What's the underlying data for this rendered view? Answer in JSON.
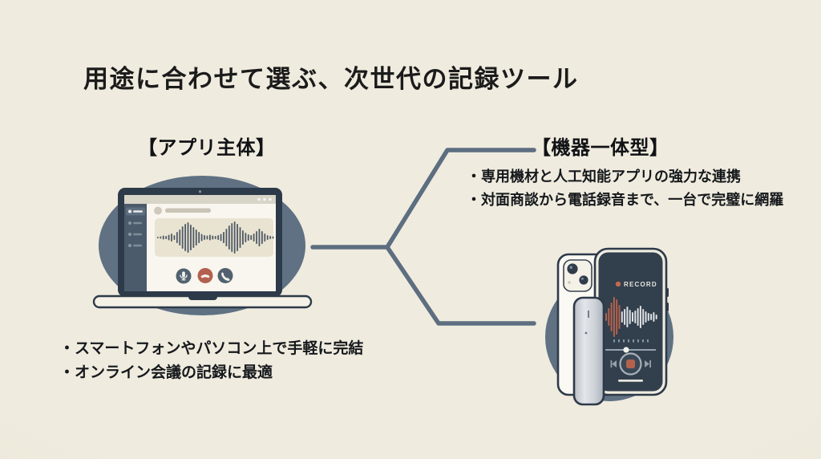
{
  "title": "用途に合わせて選ぶ、次世代の記録ツール",
  "sections": {
    "app": {
      "label": "【アプリ主体】",
      "bullets": [
        "・スマートフォンやパソコン上で手軽に完結",
        "・オンライン会議の記録に最適"
      ]
    },
    "device": {
      "label": "【機器一体型】",
      "bullets": [
        "・専用機材と人工知能アプリの強力な連携",
        "・対面商談から電話録音まで、一台で完璧に網羅"
      ]
    }
  },
  "phone_ui": {
    "record_label": "RECORD"
  },
  "colors": {
    "background": "#ede9dc",
    "connector": "#5d6e80",
    "ellipse_slate": "#5f7183",
    "laptop_bezel": "#2d3a49",
    "screen_white": "#f8f6ef",
    "panel_cream": "#e9e3d1",
    "waveform_slate": "#4e5a66",
    "accent_terracotta": "#b3604f",
    "button_slate": "#51616f",
    "phone_screen_dark": "#323f4d",
    "record_dot_orange": "#c06a4f"
  },
  "illustrations": {
    "laptop_waveform_heights": [
      2,
      3,
      5,
      4,
      7,
      10,
      6,
      14,
      20,
      28,
      34,
      38,
      32,
      26,
      20,
      14,
      9,
      6,
      5,
      7,
      5,
      4,
      6,
      9,
      14,
      22,
      30,
      36,
      40,
      34,
      26,
      18,
      12,
      8,
      6,
      10,
      16,
      22,
      16,
      10,
      6,
      4,
      3
    ],
    "phone_waveform_orange": [
      10,
      22,
      36,
      50,
      44,
      30
    ],
    "phone_waveform_white": [
      14,
      20,
      26,
      18,
      12,
      16,
      22,
      28,
      20,
      14,
      10,
      8,
      12,
      6
    ]
  }
}
